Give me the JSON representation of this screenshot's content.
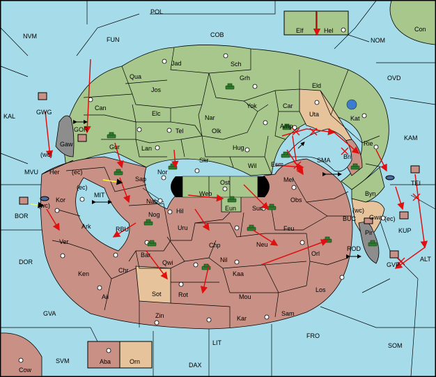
{
  "colors": {
    "sea": "#a6dcea",
    "green": "#a7c78c",
    "red": "#c99185",
    "tan": "#e6c39a",
    "grey": "#8d8d8d",
    "order": "#e01010",
    "support": "#ffff33",
    "unit": "#2f7a2f"
  },
  "labels": {
    "POL": "POL",
    "COB": "COB",
    "FUN": "FUN",
    "NVM": "NVM",
    "NOM": "NOM",
    "Con": "Con",
    "OVD": "OVD",
    "KAL": "KAL",
    "KAM": "KAM",
    "MVU": "MVU",
    "BOR": "BOR",
    "DOR": "DOR",
    "GVA": "GVA",
    "SVM": "SVM",
    "LIT": "LIT",
    "DAX": "DAX",
    "FRO": "FRO",
    "SOM": "SOM",
    "Cow": "Cow",
    "Elf": "Elf",
    "Hel": "Hel",
    "Jad": "Jad",
    "Sch": "Sch",
    "Qua": "Qua",
    "Jos": "Jos",
    "Grh": "Grh",
    "Eld": "Eld",
    "Can": "Can",
    "Elc": "Elc",
    "Nar": "Nar",
    "Yok": "Yok",
    "Car": "Car",
    "Uta": "Uta",
    "Kat": "Kat",
    "GWG": "GWG",
    "GOR": "GOR",
    "Gaw": "Gaw",
    "Gur": "Gur",
    "Tel": "Tel",
    "Olk": "Olk",
    "Amp": "Amp",
    "Lan": "Lan",
    "Hug": "Hug",
    "Bri": "Bri",
    "Rie": "Rie",
    "SMA": "SMA",
    "Esm": "Esm",
    "Wil": "Wil",
    "Skr": "Skr",
    "Nor": "Nor",
    "Her": "Her",
    "ec1": "(ec)",
    "wc1": "(wc)",
    "Sap": "Sap",
    "Ost": "Ost",
    "Mel": "Mel",
    "Web": "Web",
    "Byn": "Byn",
    "TEI": "TEI",
    "ec2": "(ec)",
    "MIT": "MIT",
    "Kor": "Kor",
    "wc2": "(wc)",
    "Nab": "Nab",
    "Eun": "Eun",
    "Sun": "Sun",
    "Obs": "Obs",
    "wc3": "(wc)",
    "Gwa": "Gwa",
    "ec3": "(ec)",
    "KUP": "KUP",
    "Hil": "Hil",
    "Nog": "Nog",
    "Ark": "Ark",
    "RBU": "RBU",
    "BUC": "BUC",
    "Uru": "Uru",
    "Feu": "Feu",
    "Pir": "Pir",
    "Ver": "Ver",
    "Chp": "Chp",
    "Neu": "Neu",
    "Bar": "Bar",
    "Orl": "Orl",
    "ROD": "ROD",
    "Qwi": "Qwi",
    "Nil": "Nil",
    "ALT": "ALT",
    "Chr": "Chr",
    "Ken": "Ken",
    "Kaa": "Kaa",
    "GVP": "GVP",
    "Sot": "Sot",
    "Ail": "Ail",
    "Rot": "Rot",
    "Mou": "Mou",
    "Los": "Los",
    "Zin": "Zin",
    "Kar": "Kar",
    "Sam": "Sam",
    "Aba": "Aba",
    "Orn": "Orn"
  }
}
